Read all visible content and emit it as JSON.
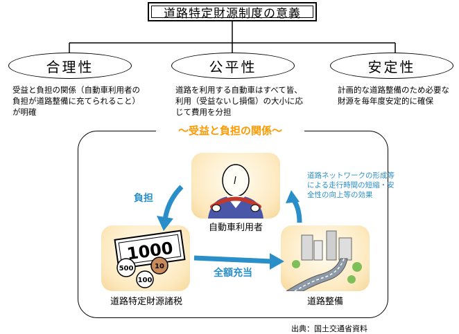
{
  "title": "道路特定財源制度の意義",
  "principles": [
    {
      "label": "合理性",
      "description": "受益と負担の関係（自動車利用者の負担が道路整備に充てられること）が明確"
    },
    {
      "label": "公平性",
      "description": "道路を利用する自動車はすべて皆、利用（受益ないし損傷）の大小に応じて費用を分担"
    },
    {
      "label": "安定性",
      "description": "計画的な道路整備のため必要な財源を毎年度安定的に確保"
    }
  ],
  "cycle": {
    "section_title": "〜受益と負担の関係〜",
    "nodes": {
      "users": "自動車利用者",
      "tax": "道路特定財源諸税",
      "roads": "道路整備"
    },
    "arrows": {
      "burden": "負担",
      "full_allocation": "全額充当",
      "effects": "道路ネットワークの形成等による走行時間の短縮・安全性の向上等の効果"
    },
    "money": {
      "bill": "1000",
      "coin_a": "500",
      "coin_b": "10",
      "coin_c": "100"
    }
  },
  "source": "出典：国土交通省資料",
  "colors": {
    "accent_orange": "#ff9900",
    "arrow_blue": "#2a8fc9",
    "card_fill": "#fde9bf"
  }
}
